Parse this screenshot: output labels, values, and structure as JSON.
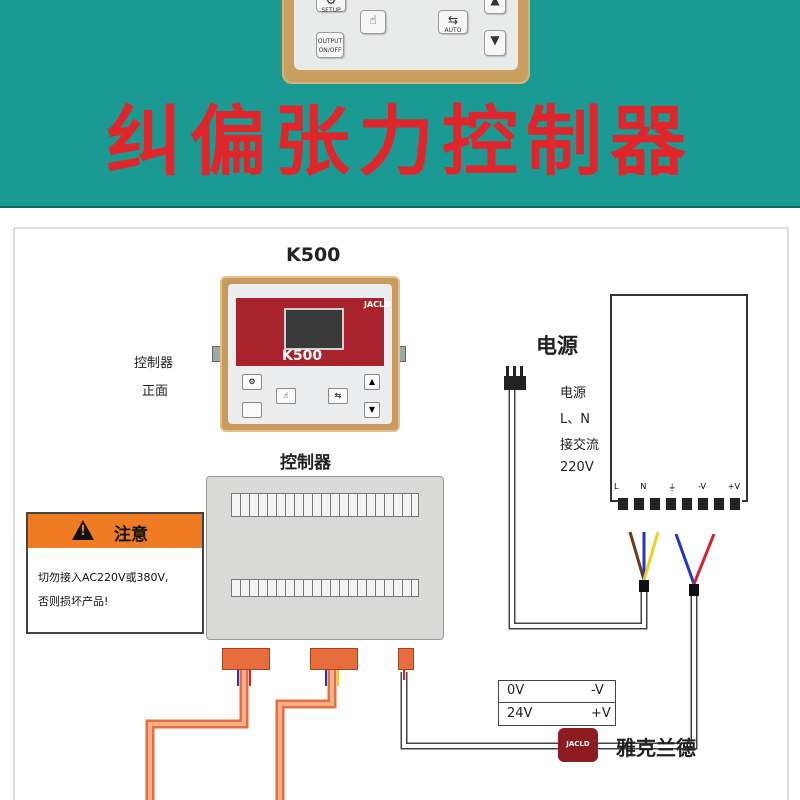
{
  "banner": {
    "title": "纠偏张力控制器",
    "keypad": {
      "setup_label": "SETUP",
      "output_label": "OUTPUT",
      "onoff_label": "ON/OFF",
      "auto_label": "AUTO"
    }
  },
  "diagram": {
    "model_label": "K500",
    "front_label_line1": "控制器",
    "front_label_line2": "正面",
    "controller_label": "控制器",
    "front_panel": {
      "brand": "JACLD",
      "model_mark": "K500"
    },
    "warning": {
      "title": "注意",
      "line1": "切勿接入AC220V或380V,",
      "line2": "否则损坏产品!"
    },
    "power": {
      "title": "电源",
      "line1": "电源",
      "line2": "L、N",
      "line3": "接交流",
      "line4": "220V",
      "terminals": [
        "L",
        "N",
        "⏚",
        "-V",
        "+V"
      ]
    },
    "ratings": {
      "row1_left": "0V",
      "row1_right": "-V",
      "row2_left": "24V",
      "row2_right": "+V"
    },
    "logo": {
      "badge_text": "JACLD",
      "name": "雅克兰德"
    }
  },
  "colors": {
    "banner_bg": "#1a9a92",
    "title_red": "#e0262b",
    "warning_orange": "#ef7b22",
    "cable_orange": "#e86d3c",
    "logo_red": "#8e1b20"
  }
}
